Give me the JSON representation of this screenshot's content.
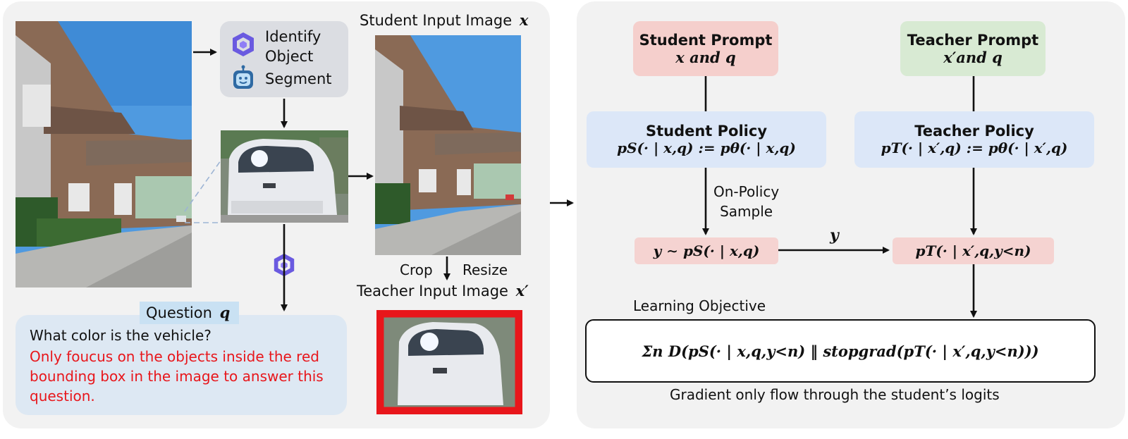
{
  "left": {
    "tools": {
      "identify": "Identify\nObject",
      "segment": "Segment"
    },
    "student_image_label": "Student Input Image",
    "student_image_var": "x",
    "crop_label": "Crop",
    "resize_label": "Resize",
    "teacher_image_label": "Teacher Input Image",
    "teacher_image_var": "x′",
    "question_tag": "Question",
    "question_var": "q",
    "question_text": "What color is the vehicle?",
    "instruction_text": "Only foucus on the objects inside the red bounding box in the image to answer this question."
  },
  "right": {
    "student_prompt": {
      "title": "Student Prompt",
      "math": "x and q"
    },
    "teacher_prompt": {
      "title": "Teacher Prompt",
      "math": "x′and q"
    },
    "student_policy": {
      "title": "Student Policy",
      "math": "pS(· | x,q) := pθ(· | x,q)"
    },
    "teacher_policy": {
      "title": "Teacher Policy",
      "math": "pT(· | x′,q) := pθ(· | x′,q)"
    },
    "on_policy": "On-Policy\nSample",
    "sample": "y ∼ pS(· | x,q)",
    "edge_label": "y",
    "teacher_eval": "pT(· | x′,q,y<n)",
    "objective_label": "Learning Objective",
    "objective": "Σn D(pS(· | x,q,y<n) ‖ stopgrad(pT(· | x′,q,y<n)))",
    "gradient_note": "Gradient only flow through the student’s logits"
  },
  "colors": {
    "panel": "#f2f2f2",
    "student_prompt": "#f5cfcc",
    "teacher_prompt": "#d8ead3",
    "policy": "#dce7f8",
    "sample": "#f5d3d1",
    "question_box": "#dde8f3",
    "question_tag": "#c9e1f3",
    "instruction": "#e8161b",
    "tool_box": "#dbdde2"
  }
}
